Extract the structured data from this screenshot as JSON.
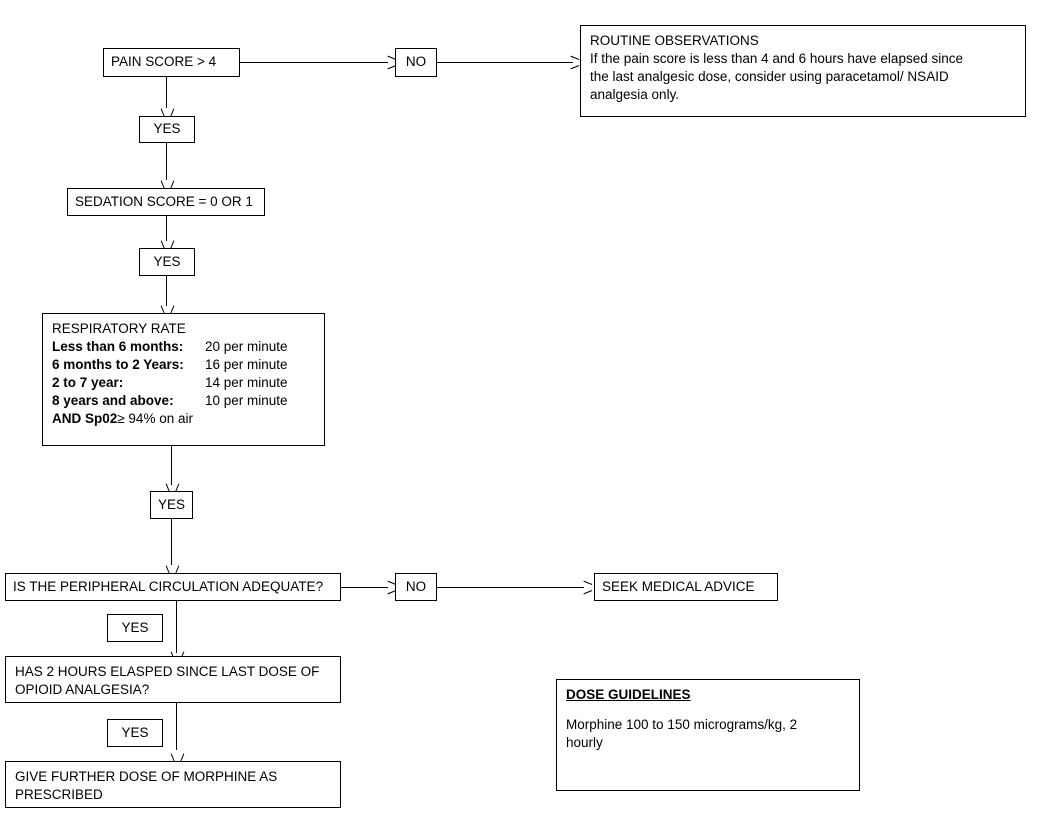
{
  "chart_data": {
    "type": "diagram",
    "title": "Pain / opioid analgesia decision flowchart",
    "nodes": [
      {
        "id": "pain-score",
        "label": "PAIN SCORE > 4"
      },
      {
        "id": "yes-1",
        "label": "YES"
      },
      {
        "id": "no-1",
        "label": "NO"
      },
      {
        "id": "sedation-score",
        "label": "SEDATION SCORE = 0 OR 1"
      },
      {
        "id": "yes-2",
        "label": "YES"
      },
      {
        "id": "respiratory-rate",
        "label": "RESPIRATORY RATE"
      },
      {
        "id": "yes-3",
        "label": "YES"
      },
      {
        "id": "peripheral-circulation",
        "label": "IS THE PERIPHERAL CIRCULATION ADEQUATE?"
      },
      {
        "id": "no-2",
        "label": "NO"
      },
      {
        "id": "seek-medical-advice",
        "label": "SEEK MEDICAL ADVICE"
      },
      {
        "id": "yes-4",
        "label": "YES"
      },
      {
        "id": "two-hours-elapsed",
        "label": "HAS 2 HOURS ELASPED SINCE LAST DOSE OF OPIOID ANALGESIA?"
      },
      {
        "id": "yes-5",
        "label": "YES"
      },
      {
        "id": "give-morphine",
        "label": "GIVE FURTHER DOSE OF MORPHINE AS PRESCRIBED"
      },
      {
        "id": "routine-observations",
        "label": "ROUTINE OBSERVATIONS"
      },
      {
        "id": "dose-guidelines",
        "label": "DOSE GUIDELINES"
      }
    ],
    "edges": [
      {
        "from": "pain-score",
        "to": "yes-1"
      },
      {
        "from": "pain-score",
        "to": "no-1",
        "label": "NO"
      },
      {
        "from": "no-1",
        "to": "routine-observations"
      },
      {
        "from": "yes-1",
        "to": "sedation-score"
      },
      {
        "from": "sedation-score",
        "to": "yes-2"
      },
      {
        "from": "yes-2",
        "to": "respiratory-rate"
      },
      {
        "from": "respiratory-rate",
        "to": "yes-3"
      },
      {
        "from": "yes-3",
        "to": "peripheral-circulation"
      },
      {
        "from": "peripheral-circulation",
        "to": "no-2",
        "label": "NO"
      },
      {
        "from": "no-2",
        "to": "seek-medical-advice"
      },
      {
        "from": "peripheral-circulation",
        "to": "two-hours-elapsed",
        "label": "YES"
      },
      {
        "from": "two-hours-elapsed",
        "to": "give-morphine",
        "label": "YES"
      }
    ]
  },
  "flow": {
    "pain_score": "PAIN SCORE > 4",
    "yes_1": "YES",
    "no_1": "NO",
    "sedation_score": "SEDATION SCORE = 0 OR 1",
    "yes_2": "YES",
    "yes_3": "YES",
    "peripheral_circulation": "IS THE PERIPHERAL CIRCULATION ADEQUATE?",
    "no_2": "NO",
    "seek_medical_advice": "SEEK MEDICAL ADVICE",
    "yes_4": "YES",
    "two_hours_line1": "HAS 2 HOURS ELASPED SINCE LAST DOSE OF",
    "two_hours_line2": "OPIOID ANALGESIA?",
    "yes_5": "YES",
    "give_morphine_line1": "GIVE FURTHER DOSE OF MORPHINE AS",
    "give_morphine_line2": "PRESCRIBED"
  },
  "respiratory_rate": {
    "heading": "RESPIRATORY RATE",
    "rows": [
      {
        "term": "Less than 6 months:",
        "value": "20 per minute"
      },
      {
        "term": "6 months to 2 Years:",
        "value": "16 per minute"
      },
      {
        "term": "2 to 7 year:",
        "value": "14 per minute"
      },
      {
        "term": "8 years and above:",
        "value": "10 per minute"
      }
    ],
    "footer_bold": "AND Sp02",
    "footer_rest": " ≥ 94% on air"
  },
  "routine_observations": {
    "heading": "ROUTINE OBSERVATIONS",
    "line1": "If the pain score is less than 4 and 6 hours have elapsed since",
    "line2": "the last analgesic dose, consider using paracetamol/ NSAID",
    "line3": "analgesia only."
  },
  "dose_guidelines": {
    "heading": "DOSE GUIDELINES",
    "line1": "Morphine 100 to 150 micrograms/kg, 2",
    "line2": "hourly"
  },
  "colors": {
    "background": "#ffffff",
    "border": "#000000",
    "text": "#000000"
  }
}
